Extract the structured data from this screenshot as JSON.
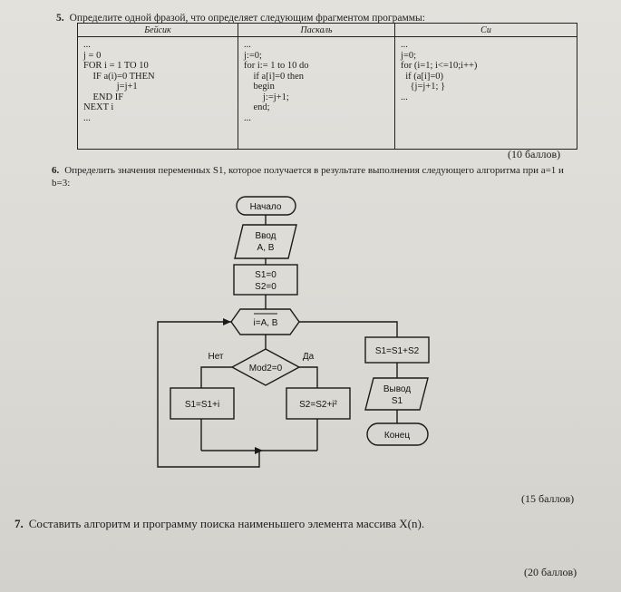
{
  "q5": {
    "num": "5.",
    "text": "Определите одной фразой, что определяет следующим фрагментом программы:",
    "headers": [
      "Бейсик",
      "Паскаль",
      "Си"
    ],
    "basic": "...\nj = 0\nFOR i = 1 TO 10\n    IF a(i)=0 THEN\n              j=j+1\n    END IF\nNEXT i\n...",
    "pascal": "...\nj:=0;\nfor i:= 1 to 10 do\n    if a[i]=0 then\n    begin\n        j:=j+1;\n    end;\n...",
    "c": "...\nj=0;\nfor (i=1; i<=10;i++)\n  if (a[i]=0)\n    {j=j+1; }\n...",
    "points": "(10 баллов)"
  },
  "q6": {
    "num": "6.",
    "text": "Определить значения переменных S1, которое получается в результате выполнения следующего алгоритма при a=1 и b=3:",
    "points": "(15 баллов)"
  },
  "flow": {
    "start": "Начало",
    "input_line1": "Ввод",
    "input_line2": "A, B",
    "init_line1": "S1=0",
    "init_line2": "S2=0",
    "loop": "i=A, B",
    "cond": "Mod2=0",
    "no": "Нет",
    "yes": "Да",
    "left_box": "S1=S1+i",
    "right_box": "S2=S2+i²",
    "sum": "S1=S1+S2",
    "output_line1": "Вывод",
    "output_line2": "S1",
    "end": "Конец"
  },
  "q7": {
    "num": "7.",
    "text": "Составить алгоритм и программу поиска наименьшего элемента массива X(n).",
    "points": "(20 баллов)"
  }
}
